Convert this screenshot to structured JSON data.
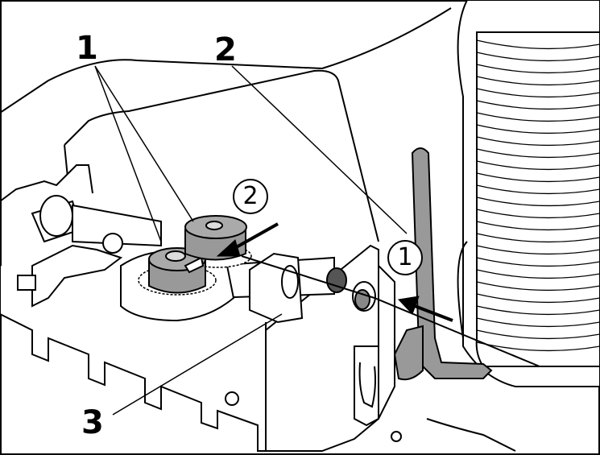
{
  "callouts": {
    "guide_rollers": "1",
    "wire_spool_guide": "2",
    "feed_shaft": "3"
  },
  "steps": {
    "first": "1",
    "second": "2"
  },
  "colors": {
    "line": "#000000",
    "part_fill_gray": "#999999",
    "dark_gray": "#555555",
    "background": "#ffffff"
  }
}
